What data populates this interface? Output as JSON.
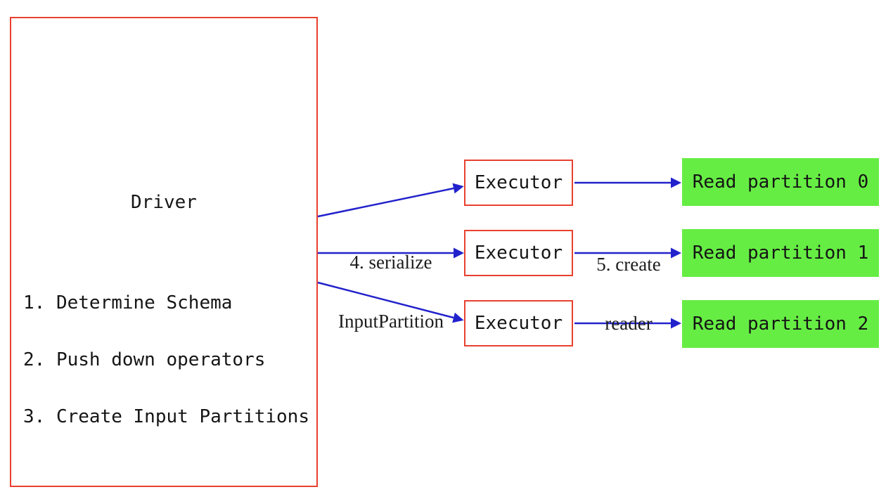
{
  "diagram": {
    "driver": {
      "title": "Driver",
      "steps": [
        "1. Determine Schema",
        "2. Push down operators",
        "3. Create Input Partitions"
      ]
    },
    "executors": [
      {
        "label": "Executor"
      },
      {
        "label": "Executor"
      },
      {
        "label": "Executor"
      }
    ],
    "partitions": [
      {
        "label": "Read partition 0"
      },
      {
        "label": "Read partition 1"
      },
      {
        "label": "Read partition 2"
      }
    ],
    "edge_labels": {
      "serialize": {
        "line1": "4. serialize",
        "line2": "InputPartition"
      },
      "create_reader": {
        "line1": "5. create",
        "line2": "reader"
      }
    },
    "colors": {
      "box_border": "#e8402f",
      "arrow": "#2222cc",
      "partition_fill": "#66ed44",
      "text": "#151515"
    }
  }
}
